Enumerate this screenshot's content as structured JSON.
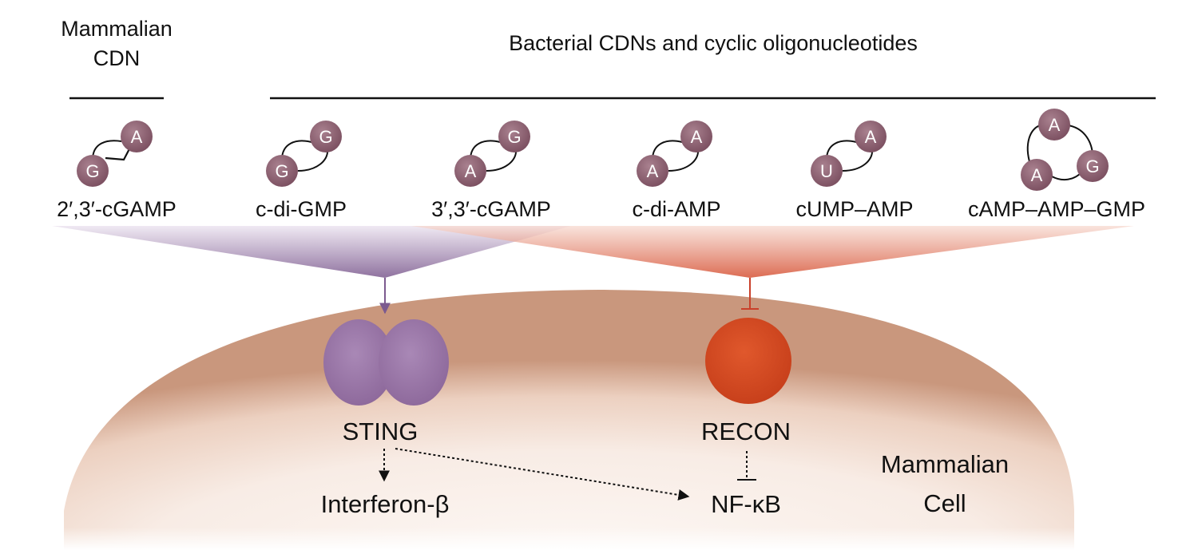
{
  "header": {
    "mammalian_title_line1": "Mammalian",
    "mammalian_title_line2": "CDN",
    "bacterial_title": "Bacterial CDNs and cyclic oligonucleotides"
  },
  "molecules": [
    {
      "name": "2′,3′-cGAMP",
      "nucleotides": [
        "G",
        "A"
      ]
    },
    {
      "name": "c-di-GMP",
      "nucleotides": [
        "G",
        "G"
      ]
    },
    {
      "name": "3′,3′-cGAMP",
      "nucleotides": [
        "A",
        "G"
      ]
    },
    {
      "name": "c-di-AMP",
      "nucleotides": [
        "A",
        "A"
      ]
    },
    {
      "name": "cUMP–AMP",
      "nucleotides": [
        "U",
        "A"
      ]
    },
    {
      "name": "cAMP–AMP–GMP",
      "nucleotides": [
        "A",
        "A",
        "G"
      ]
    }
  ],
  "receptors": {
    "sting": "STING",
    "recon": "RECON"
  },
  "outputs": {
    "interferon": "Interferon-β",
    "nfkb": "NF-κB"
  },
  "cell": {
    "line1": "Mammalian",
    "line2": "Cell"
  },
  "colors": {
    "nucleotide": "#8a5d6e",
    "sting": "#9a76a9",
    "sting_funnel": "#8a6a9c",
    "recon": "#d24a22",
    "recon_funnel": "#d9583a",
    "cell_edge": "#c9987f",
    "cell_fill": "#faf1ec"
  }
}
